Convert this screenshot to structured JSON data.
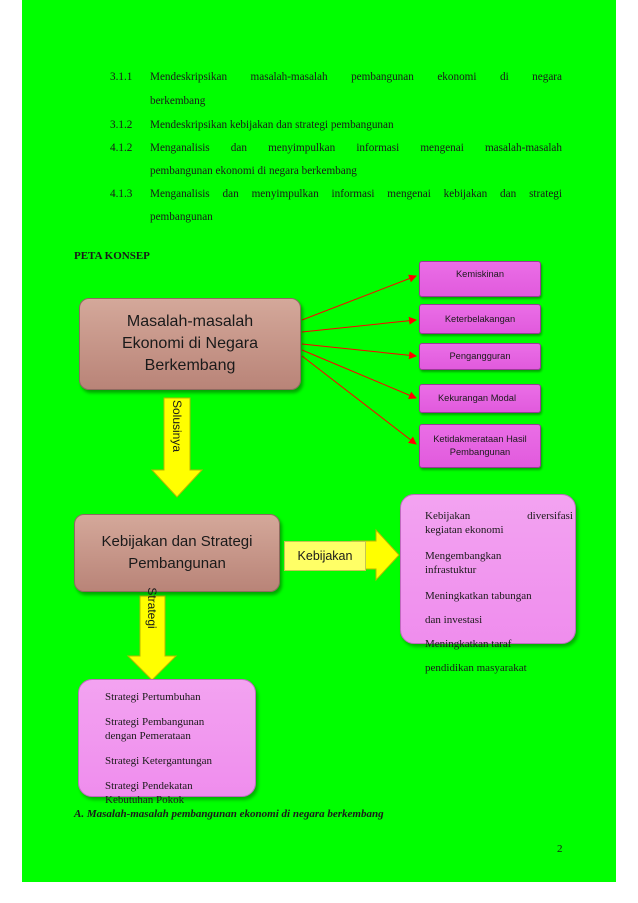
{
  "objectives": [
    {
      "num": "3.1.1",
      "line1": "Mendeskripsikan masalah-masalah pembangunan ekonomi di negara",
      "line2": "berkembang"
    },
    {
      "num": "3.1.2",
      "line1": "Mendeskripsikan kebijakan dan strategi pembangunan",
      "line2": ""
    },
    {
      "num": "4.1.2",
      "line1": "Menganalisis dan menyimpulkan informasi mengenai masalah-masalah",
      "line2": "pembangunan ekonomi di negara berkembang"
    },
    {
      "num": "4.1.3",
      "line1": " Menganalisis dan menyimpulkan informasi mengenai kebijakan dan strategi",
      "line2": "pembangunan"
    }
  ],
  "section_title": "PETA KONSEP",
  "concept_map": {
    "main_problem": [
      "Masalah-masalah",
      "Ekonomi di Negara",
      "Berkembang"
    ],
    "problems": [
      "Kemiskinan",
      "Keterbelakangan",
      "Pengangguran",
      "Kekurangan Modal",
      "Ketidakmerataan Hasil Pembangunan"
    ],
    "solusinya_label": "Solusinya",
    "policy_strategy": [
      "Kebijakan dan Strategi",
      "Pembangunan"
    ],
    "kebijakan_label": "Kebijakan",
    "policies": {
      "p1a": "Kebijakan diversifasi",
      "p1b": "kegiatan ekonomi",
      "p2a": "Mengembangkan",
      "p2b": "infrastuktur",
      "p3a": "Meningkatkan tabungan",
      "p3b": "dan investasi",
      "p4a": "Meningkatkan taraf",
      "p4b": "pendidikan masyarakat"
    },
    "strategi_label": "Strategi",
    "strategies": {
      "s1": "Strategi Pertumbuhan",
      "s2a": "Strategi Pembangunan",
      "s2b": "dengan Pemerataan",
      "s3": "Strategi Ketergantungan",
      "s4a": "Strategi Pendekatan",
      "s4b": "Kebutuhan Pokok"
    }
  },
  "footer_heading": "A.   Masalah-masalah pembangunan ekonomi di negara berkembang",
  "page_number": "2",
  "colors": {
    "page_bg": "#00ff00",
    "arrow_yellow": "#ffff00",
    "arrow_red": "#ff0000"
  }
}
